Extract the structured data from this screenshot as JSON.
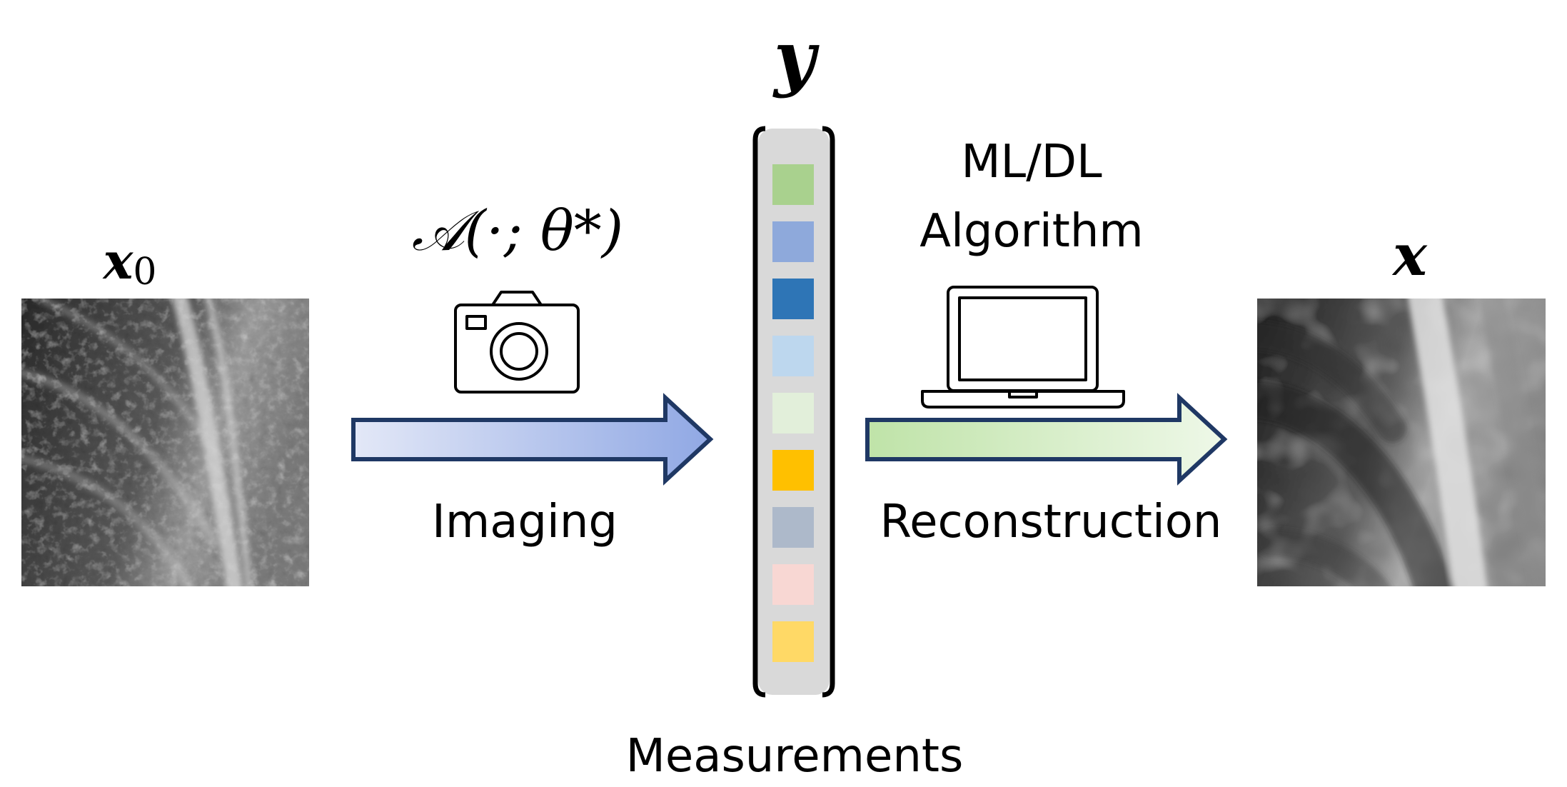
{
  "input_image": {
    "symbol": "x",
    "subscript": "0"
  },
  "imaging_step": {
    "operator": "𝒜(·; θ*)",
    "label": "Imaging",
    "icon": "camera-icon"
  },
  "measurements": {
    "symbol": "y",
    "label": "Measurements",
    "cells": [
      {
        "color": "#A9D18E"
      },
      {
        "color": "#8EA9DB"
      },
      {
        "color": "#2E75B6"
      },
      {
        "color": "#BDD7EE"
      },
      {
        "color": "#E2EFDA"
      },
      {
        "color": "#FFC000"
      },
      {
        "color": "#ADB9CA"
      },
      {
        "color": "#F8D7D3"
      },
      {
        "color": "#FFD966"
      }
    ]
  },
  "reconstruction_step": {
    "line1": "ML/DL",
    "line2": "Algorithm",
    "label": "Reconstruction",
    "icon": "laptop-icon"
  },
  "output_image": {
    "symbol": "x"
  }
}
